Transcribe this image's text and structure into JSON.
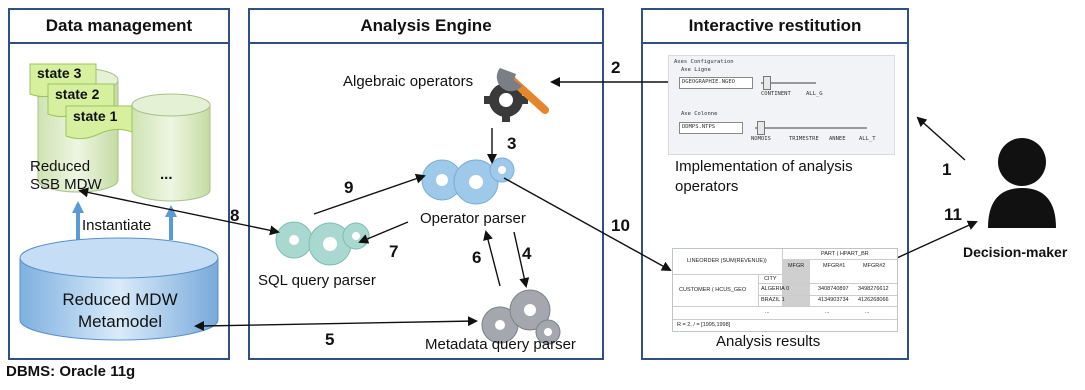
{
  "panels": {
    "data_management": "Data management",
    "analysis_engine": "Analysis Engine",
    "interactive_restitution": "Interactive restitution"
  },
  "data": {
    "states": [
      "state 3",
      "state 2",
      "state 1"
    ],
    "reduced_ssb": "Reduced SSB MDW",
    "ellipsis": "...",
    "instantiate": "Instantiate",
    "reduced_metamodel": "Reduced MDW Metamodel"
  },
  "engine": {
    "algebraic_operators": "Algebraic operators",
    "operator_parser": "Operator parser",
    "sql_query_parser": "SQL query parser",
    "metadata_query_parser": "Metadata query parser"
  },
  "restitution": {
    "impl_caption": "Implementation of analysis operators",
    "results_caption": "Analysis results",
    "axes_config": {
      "title": "Axes Configuration",
      "row_axis_label": "Axe Ligne",
      "row_select": "DGEOGRAPHIE.NGEO",
      "row_ticks": [
        "CONTINENT",
        "ALL_G"
      ],
      "col_axis_label": "Axe Colonne",
      "col_select": "DDMPS.NTPS",
      "col_ticks": [
        "NOMOIS",
        "TRIMESTRE",
        "ANNEE",
        "ALL_T"
      ]
    },
    "results_table": {
      "corner": "LINEORDER (SUM(REVENUE))",
      "col_header": "PART ( HPART_BR",
      "sub_headers": [
        "MFGR",
        "MFGR#1",
        "MFGR#2"
      ],
      "row_header": "CUSTOMER ( HCUS_GEO",
      "city": "CITY",
      "rows": [
        [
          "ALGERIA 0",
          "3408740897",
          "3498276612"
        ],
        [
          "BRAZIL 1",
          "4134903734",
          "4126268066"
        ],
        [
          "...",
          "...",
          "..."
        ]
      ],
      "filter": "R = 2, / = [1995,1998]"
    }
  },
  "actors": {
    "decision_maker": "Decision-maker"
  },
  "flow_numbers": {
    "n1": "1",
    "n2": "2",
    "n3": "3",
    "n4": "4",
    "n5": "5",
    "n6": "6",
    "n7": "7",
    "n8": "8",
    "n9": "9",
    "n10": "10",
    "n11": "11"
  },
  "footer": "DBMS: Oracle 11g",
  "colors": {
    "panel_border": "#2f4f86",
    "arrow_blue": "#5b9bd5",
    "state_green": "#d6f0a0",
    "gear_blue": "#9ec9e8",
    "gear_gray": "#9aa0a6"
  }
}
